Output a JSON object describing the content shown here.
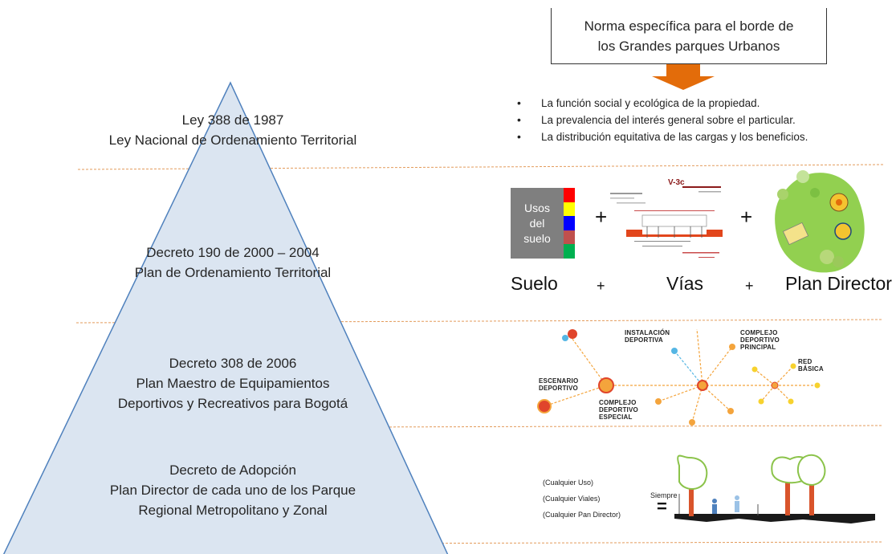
{
  "pyramid": {
    "levels": [
      {
        "lines": [
          "Ley 388 de 1987",
          "Ley Nacional de Ordenamiento Territorial"
        ]
      },
      {
        "lines": [
          "Decreto 190 de 2000 – 2004",
          "Plan de Ordenamiento Territorial"
        ]
      },
      {
        "lines": [
          "Decreto 308 de 2006",
          "Plan Maestro de Equipamientos",
          "Deportivos y Recreativos para Bogotá"
        ]
      },
      {
        "lines": [
          "Decreto de Adopción",
          "Plan Director  de cada uno de los Parque",
          "Regional Metropolitano y Zonal"
        ]
      }
    ],
    "fill_color": "#dbe5f1",
    "stroke_color": "#4f81bd"
  },
  "norma": {
    "line1": "Norma específica para el borde de",
    "line2": "los Grandes parques Urbanos",
    "arrow_color": "#e36c0a"
  },
  "principles": [
    "La función social y ecológica de la propiedad.",
    "La prevalencia del interés general sobre el particular.",
    "La distribución equitativa de las cargas y los beneficios."
  ],
  "components": {
    "usos": {
      "lines": [
        "Usos",
        "del",
        "suelo"
      ],
      "strip_colors": [
        "#ff0000",
        "#ffff00",
        "#0000ff",
        "#c0504d",
        "#00b050"
      ]
    },
    "vias_plan_title": "V-3c",
    "labels": [
      "Suelo",
      "Vías",
      "Plan Director"
    ],
    "plus": "+"
  },
  "network": {
    "instalacion": [
      "INSTALACIÓN",
      "DEPORTIVA"
    ],
    "complejo_principal": [
      "COMPLEJO",
      "DEPORTIVO",
      "PRINCIPAL"
    ],
    "red_basica": [
      "RED",
      "BÁSICA"
    ],
    "escenario": [
      "ESCENARIO",
      "DEPORTIVO"
    ],
    "complejo_especial": [
      "COMPLEJO",
      "DEPORTIVO",
      "ESPECIAL"
    ],
    "colors": {
      "red": "#e0452b",
      "orange": "#f4a43c",
      "yellow": "#f7d22e",
      "blue": "#55b6e4"
    }
  },
  "section": {
    "items": [
      "(Cualquier Uso)",
      "(Cualquier Viales)",
      "(Cualquier Pan Director)"
    ],
    "siempre": "Siempre",
    "equals": "="
  },
  "divider_color": "#e39b5b"
}
